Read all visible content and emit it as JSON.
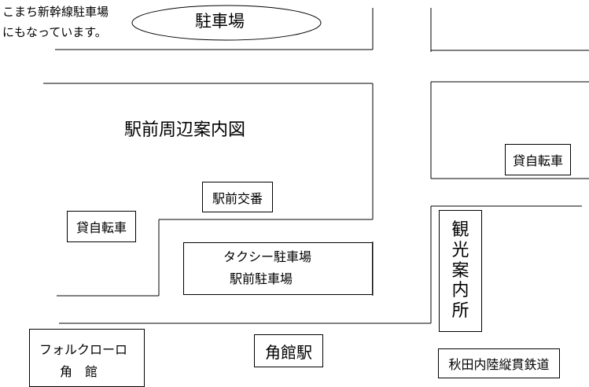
{
  "note": {
    "line1": "こまち新幹線駐車場",
    "line2": "にもなっています。"
  },
  "parking_ellipse": {
    "label": "駐車場"
  },
  "map_title": "駅前周辺案内図",
  "police_box": "駅前交番",
  "rental_bike_left": "貸自転車",
  "rental_bike_right": "貸自転車",
  "taxi_parking": {
    "line1": "タクシー駐車場",
    "line2": "駅前駐車場"
  },
  "tourist_info": [
    "観",
    "光",
    "案",
    "内",
    "所"
  ],
  "folk_lore": {
    "line1": "フォルクローロ",
    "line2": "角　館"
  },
  "station": "角館駅",
  "railway": "秋田内陸縦貫鉄道",
  "colors": {
    "line": "#000000",
    "background": "#ffffff"
  }
}
